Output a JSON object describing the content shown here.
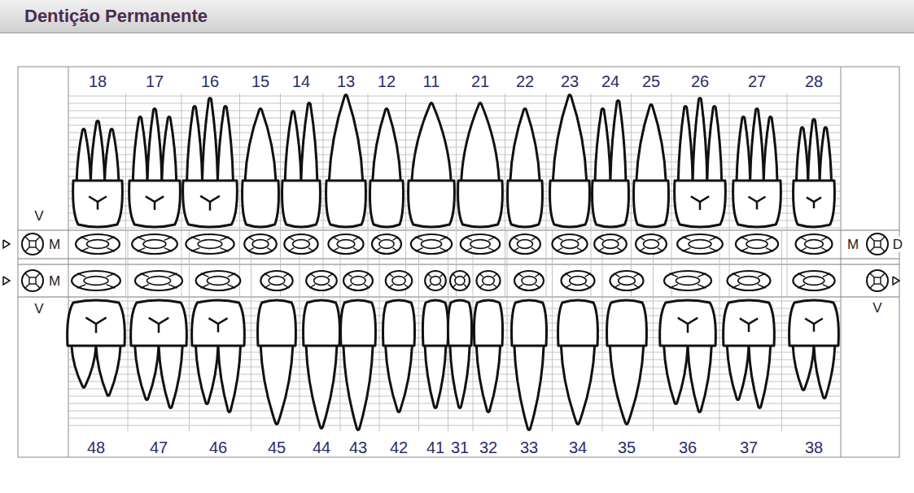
{
  "diagram": {
    "title": "Dentição Permanente",
    "labels": [
      "18",
      "17",
      "16",
      "15",
      "14",
      "13",
      "12",
      "11",
      "21",
      "22",
      "23",
      "24",
      "25",
      "26",
      "27",
      "28",
      "48",
      "47",
      "46",
      "45",
      "44",
      "43",
      "42",
      "41",
      "31",
      "32",
      "33",
      "34",
      "35",
      "36",
      "37",
      "38",
      "V",
      "M",
      "M",
      "V",
      "M",
      "D",
      "V"
    ]
  }
}
